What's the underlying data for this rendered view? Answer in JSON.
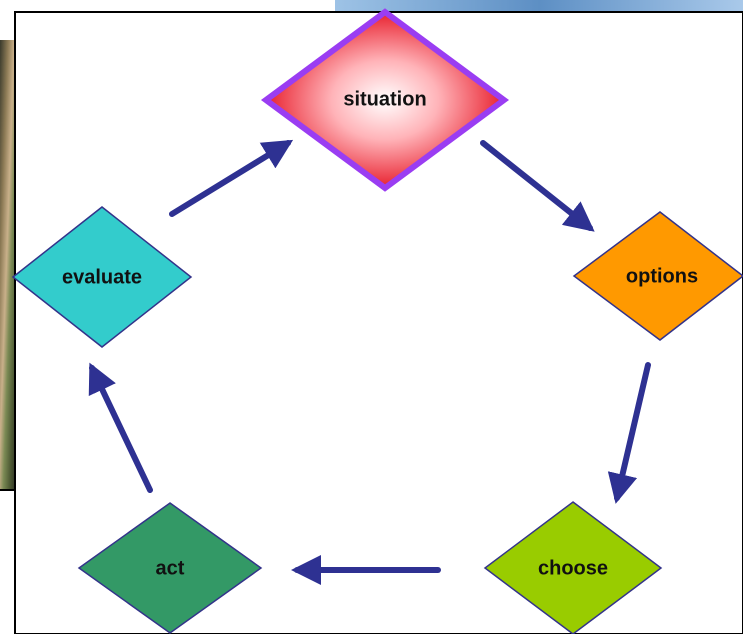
{
  "diagram": {
    "type": "cycle",
    "nodes": [
      {
        "id": "situation",
        "label": "situation",
        "color": "#e8202e",
        "outline": "#9a3df2",
        "highlighted": true
      },
      {
        "id": "options",
        "label": "options",
        "color": "#ff9900",
        "outline": "#33338a"
      },
      {
        "id": "choose",
        "label": "choose",
        "color": "#99cc00",
        "outline": "#33338a"
      },
      {
        "id": "act",
        "label": "act",
        "color": "#339966",
        "outline": "#33338a"
      },
      {
        "id": "evaluate",
        "label": "evaluate",
        "color": "#33cccc",
        "outline": "#33338a"
      }
    ],
    "edges": [
      {
        "from": "situation",
        "to": "options"
      },
      {
        "from": "options",
        "to": "choose"
      },
      {
        "from": "choose",
        "to": "act"
      },
      {
        "from": "act",
        "to": "evaluate"
      },
      {
        "from": "evaluate",
        "to": "situation"
      }
    ],
    "arrow_color": "#2e3192",
    "background": {
      "left_photo": "money-photo",
      "top_photo": "blue-photo"
    }
  }
}
